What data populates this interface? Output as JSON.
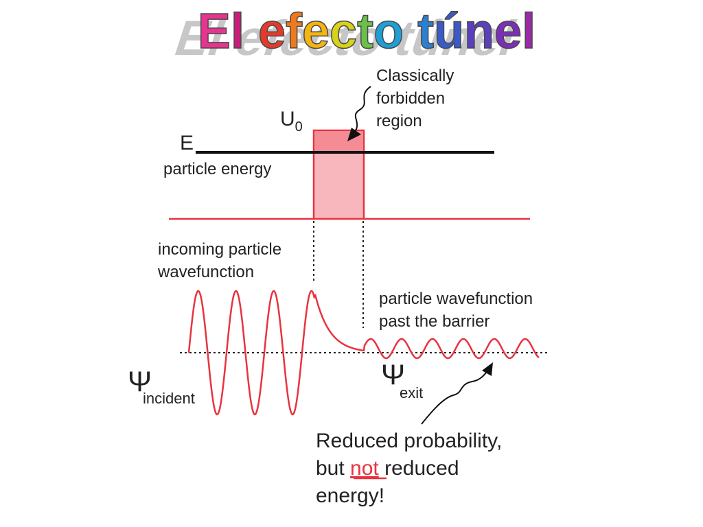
{
  "title": {
    "text": "El efecto túnel",
    "letter_colors": [
      "#e8338f",
      "#c81d78",
      "#ffffff",
      "#e53a2b",
      "#f07a1a",
      "#f6b40e",
      "#d9d21a",
      "#6cc04a",
      "#1f9fd6",
      "#ffffff",
      "#2d7fd1",
      "#3a5bc7",
      "#5b3fbf",
      "#7b2fb8",
      "#9a2aa8"
    ],
    "shadow_color": "#9a9a9a"
  },
  "labels": {
    "u0_main": "U",
    "u0_sub": "0",
    "e_label": "E",
    "particle_energy": "particle energy",
    "forbidden_line1": "Classically",
    "forbidden_line2": "forbidden",
    "forbidden_line3": "region",
    "incoming_line1": "incoming particle",
    "incoming_line2": "wavefunction",
    "past_line1": "particle wavefunction",
    "past_line2": "past the barrier",
    "psi_symbol": "Ψ",
    "psi_incident_sub": "incident",
    "psi_exit_sub": "exit",
    "reduced_line1": "Reduced probability,",
    "reduced_line2_a": "but ",
    "reduced_line2_not": "not",
    "reduced_line2_b": " reduced",
    "reduced_line3": "energy!"
  },
  "colors": {
    "curve": "#e8333f",
    "barrier_fill": "#f7b7bd",
    "barrier_top": "#f48b95",
    "energy_line": "#111111",
    "text": "#222222",
    "not_word": "#e8333f"
  }
}
